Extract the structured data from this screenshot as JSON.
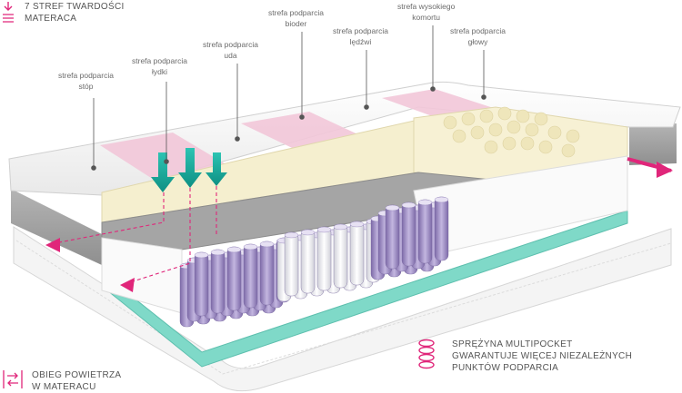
{
  "header": {
    "line1": "7 STREF TWARDOŚCI",
    "line2": "MATERACA"
  },
  "zones": [
    {
      "line1": "strefa podparcia",
      "line2": "stóp"
    },
    {
      "line1": "strefa podparcia",
      "line2": "łydki"
    },
    {
      "line1": "strefa podparcia",
      "line2": "uda"
    },
    {
      "line1": "strefa podparcia",
      "line2": "bioder"
    },
    {
      "line1": "strefa podparcia",
      "line2": "lędźwi"
    },
    {
      "line1": "strefa wysokiego",
      "line2": "komortu"
    },
    {
      "line1": "strefa podparcia",
      "line2": "głowy"
    }
  ],
  "legend_spring": {
    "line1": "SPRĘŻYNA MULTIPOCKET",
    "line2": "GWARANTUJE WIĘCEJ NIEZALEŻNYCH",
    "line3": "PUNKTÓW PODPARCIA"
  },
  "legend_air": {
    "line1": "OBIEG POWIETRZA",
    "line2": "W MATERACU"
  },
  "colors": {
    "accent_pink": "#e0267a",
    "arrow_teal": "#1aa99b",
    "base_mint": "#7fd9c8",
    "spring_purple": "#9d8bc4",
    "foam_cream": "#f5efcf",
    "grey_foam": "#9c9c9c"
  }
}
